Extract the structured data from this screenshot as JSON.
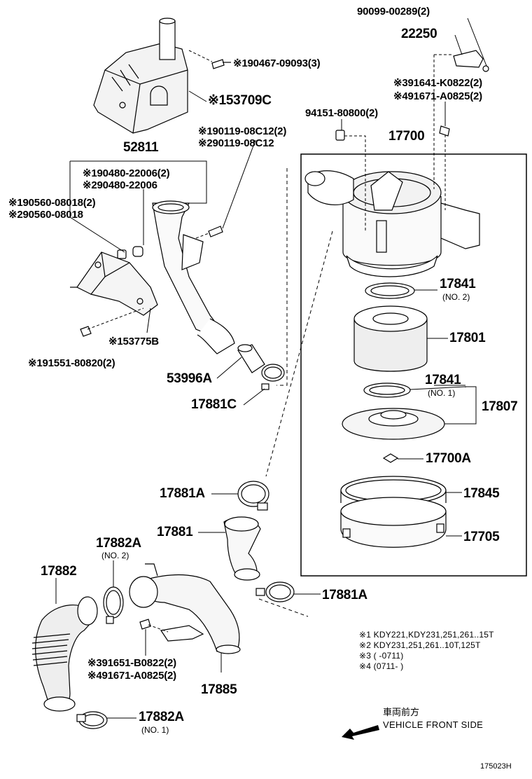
{
  "parts": {
    "p90099": "90099-00289(2)",
    "p22250": "22250",
    "p190467": "※190467-09093(3)",
    "p153709c": "※153709C",
    "p91641": "※391641-K0822(2)",
    "p91671a": "※491671-A0825(2)",
    "p94151": "94151-80800(2)",
    "p17700": "17700",
    "p190119a": "※190119-08C12(2)",
    "p190119b": "※290119-08C12",
    "p52811": "52811",
    "p190480a": "※190480-22006(2)",
    "p190480b": "※290480-22006",
    "p190560a": "※190560-08018(2)",
    "p190560b": "※290560-08018",
    "p153775b": "※153775B",
    "p191551": "※191551-80820(2)",
    "p53996a": "53996A",
    "p17881c": "17881C",
    "p17841a": "17841",
    "p17841a_sub": "(NO. 2)",
    "p17801": "17801",
    "p17841b": "17841",
    "p17841b_sub": "(NO. 1)",
    "p17807": "17807",
    "p17700a": "17700A",
    "p17881a_top": "17881A",
    "p17845": "17845",
    "p17881": "17881",
    "p17705": "17705",
    "p17882a_top": "17882A",
    "p17882a_top_sub": "(NO. 2)",
    "p17882": "17882",
    "p17881a_bot": "17881A",
    "p91651": "※391651-B0822(2)",
    "p91671b": "※491671-A0825(2)",
    "p17885": "17885",
    "p17882a_bot": "17882A",
    "p17882a_bot_sub": "(NO. 1)"
  },
  "notes": {
    "n1": "※1 KDY221,KDY231,251,261..15T",
    "n2": "※2 KDY231,251,261..10T,125T",
    "n3": "※3 (      -0711)",
    "n4": "※4 (0711-      )"
  },
  "direction": {
    "jp": "車両前方",
    "en": "VEHICLE FRONT SIDE"
  },
  "code": "175023H"
}
